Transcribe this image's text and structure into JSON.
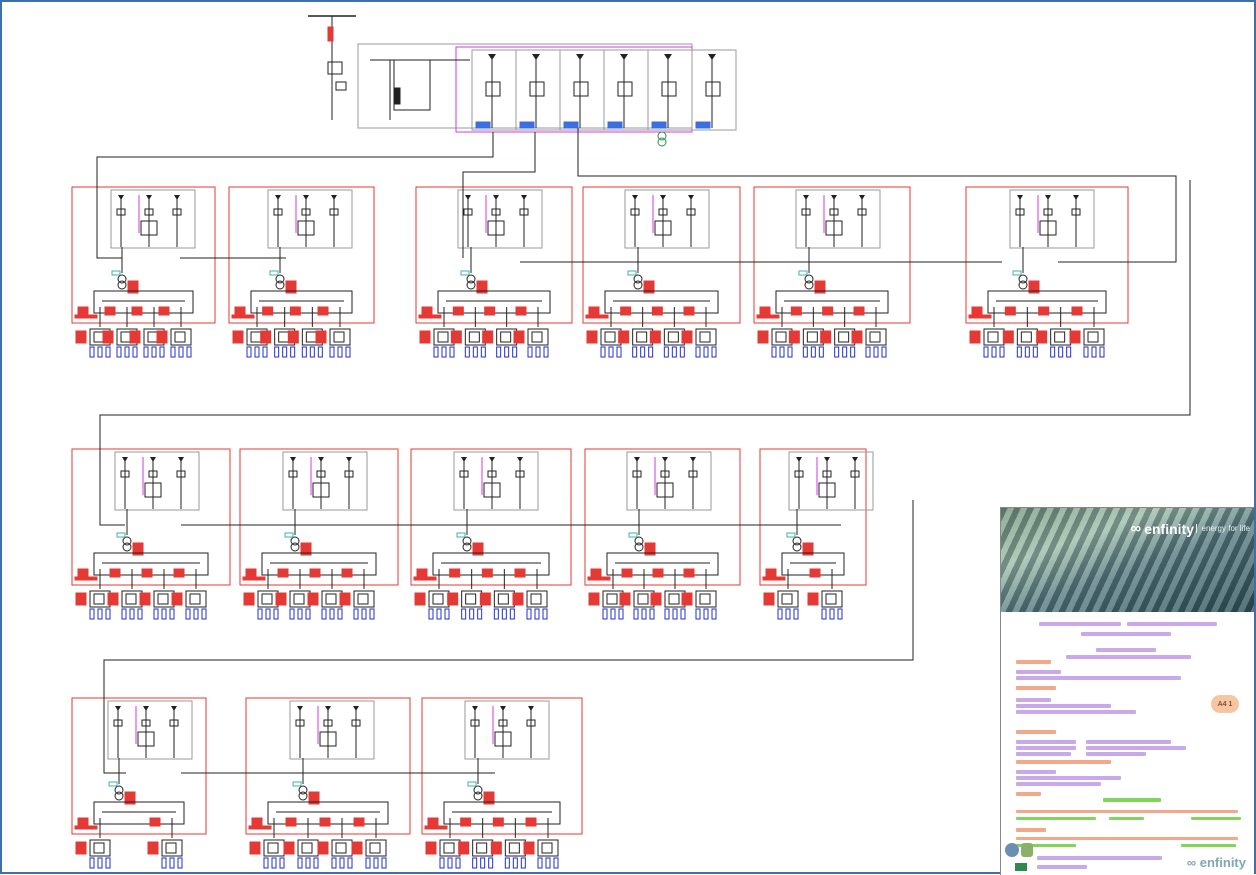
{
  "titleblock": {
    "brand": "enfinity",
    "tagline": "energy for life",
    "revision_badge": "A4 1",
    "footer_brand": "enfinity"
  },
  "colors": {
    "frame": "#3d6fa8",
    "enclosure": "#e53935",
    "cable": "#222222",
    "switchgear": "#9a9a9a",
    "aux": "#d63be0",
    "labels": "#e53935",
    "pv_strings": "#1f2fd6"
  },
  "icons": [
    "infinity-logo-icon",
    "company-seal-icon",
    "approval-stamp-icon"
  ]
}
